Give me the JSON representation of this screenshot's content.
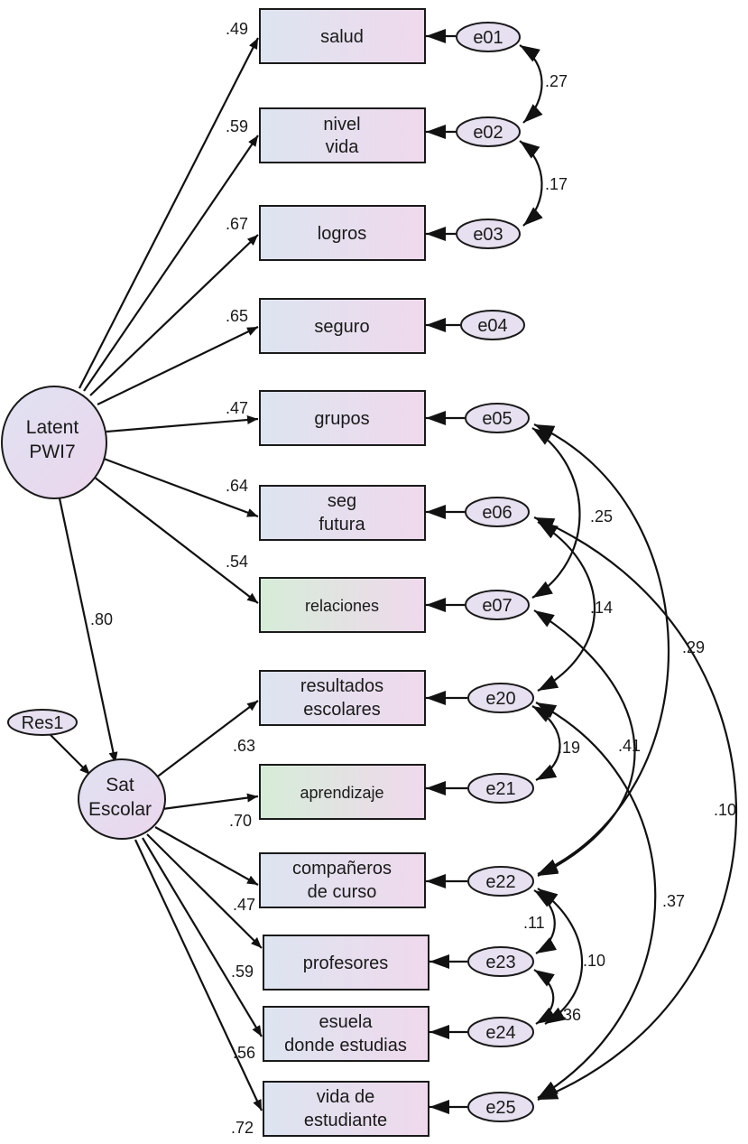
{
  "latent": {
    "pwi7": [
      "Latent",
      "PWI7"
    ],
    "sat": [
      "Sat",
      "Escolar"
    ],
    "res": "Res1"
  },
  "observed": {
    "salud": [
      "salud"
    ],
    "nivel_vida": [
      "nivel",
      "vida"
    ],
    "logros": [
      "logros"
    ],
    "seguro": [
      "seguro"
    ],
    "grupos": [
      "grupos"
    ],
    "seg_futura": [
      "seg",
      "futura"
    ],
    "relaciones": [
      "relaciones"
    ],
    "resultados": [
      "resultados",
      "escolares"
    ],
    "aprendizaje": [
      "aprendizaje"
    ],
    "companeros": [
      "compañeros",
      "de curso"
    ],
    "profesores": [
      "profesores"
    ],
    "escuela": [
      "esuela",
      "donde estudias"
    ],
    "vida_estudiante": [
      "vida de",
      "estudiante"
    ]
  },
  "errors": {
    "e01": "e01",
    "e02": "e02",
    "e03": "e03",
    "e04": "e04",
    "e05": "e05",
    "e06": "e06",
    "e07": "e07",
    "e20": "e20",
    "e21": "e21",
    "e22": "e22",
    "e23": "e23",
    "e24": "e24",
    "e25": "e25"
  },
  "loadings": {
    "salud": ".49",
    "nivel_vida": ".59",
    "logros": ".67",
    "seguro": ".65",
    "grupos": ".47",
    "seg_futura": ".64",
    "relaciones": ".54",
    "structural": ".80",
    "resultados": ".63",
    "aprendizaje": ".70",
    "companeros": ".47",
    "profesores": ".59",
    "escuela": ".56",
    "vida_estudiante": ".72"
  },
  "covariances": {
    "e01_e02": ".27",
    "e02_e03": ".17",
    "e05_e07": ".25",
    "e06_e20": ".14",
    "e05_e22": ".29",
    "e06_e25": ".10",
    "e20_e21": ".19",
    "e07_e22": ".41",
    "e20_e25": ".37",
    "e22_e23": ".11",
    "e22_e24": ".10",
    "e23_e24": "36"
  },
  "colors": {
    "box_fill_start": "#dde4f0",
    "box_fill_end": "#efd9ec",
    "box_fill_green": "#d9ecdc",
    "latent_fill": "#e8d8ef",
    "error_fill": "#e6e0f0",
    "line": "#111111"
  }
}
